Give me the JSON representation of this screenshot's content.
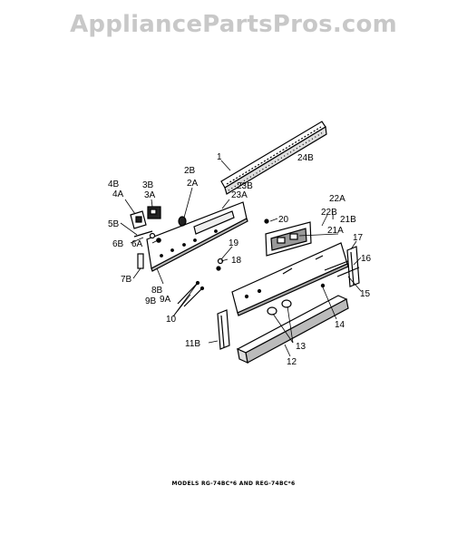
{
  "watermark": "AppliancePartsPros.com",
  "footer_caption": "MODELS RG-74BC*6 AND REG-74BC*6",
  "callouts": {
    "c1": "1",
    "c24B": "24B",
    "c23B": "23B",
    "c23A": "23A",
    "c2B": "2B",
    "c2A": "2A",
    "c3B": "3B",
    "c3A": "3A",
    "c4B": "4B",
    "c4A": "4A",
    "c5B": "5B",
    "c6B": "6B",
    "c6A": "6A",
    "c7B": "7B",
    "c8B": "8B",
    "c9B": "9B",
    "c9A": "9A",
    "c10": "10",
    "c11B": "11B",
    "c12": "12",
    "c13": "13",
    "c14": "14",
    "c15": "15",
    "c16": "16",
    "c17": "17",
    "c18": "18",
    "c19": "19",
    "c20": "20",
    "c21A": "21A",
    "c21B": "21B",
    "c22A": "22A",
    "c22B": "22B"
  }
}
